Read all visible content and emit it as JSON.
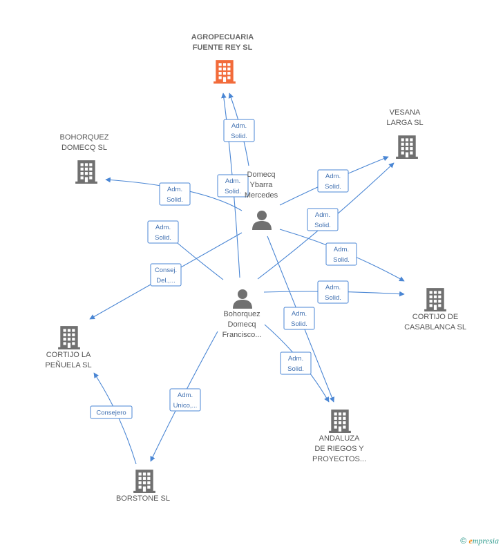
{
  "colors": {
    "edge": "#4a86d4",
    "company": "#707070",
    "company_main": "#f26b3a",
    "person": "#707070"
  },
  "nodes": [
    {
      "id": "agropecuaria",
      "type": "company",
      "main": true,
      "lines": [
        "AGROPECUARIA",
        "FUENTE REY SL"
      ]
    },
    {
      "id": "vesana",
      "type": "company",
      "lines": [
        "VESANA",
        "LARGA SL"
      ]
    },
    {
      "id": "bohorquez_domecq_sl",
      "type": "company",
      "lines": [
        "BOHORQUEZ",
        "DOMECQ SL"
      ]
    },
    {
      "id": "domecq_ybarra",
      "type": "person",
      "lines": [
        "Domecq",
        "Ybarra",
        "Mercedes"
      ]
    },
    {
      "id": "bohorquez_francisco",
      "type": "person",
      "lines": [
        "Bohorquez",
        "Domecq",
        "Francisco..."
      ]
    },
    {
      "id": "cortijo_casablanca",
      "type": "company",
      "lines": [
        "CORTIJO DE",
        "CASABLANCA SL"
      ]
    },
    {
      "id": "cortijo_penuela",
      "type": "company",
      "lines": [
        "CORTIJO LA",
        "PEÑUELA SL"
      ]
    },
    {
      "id": "andaluza",
      "type": "company",
      "lines": [
        "ANDALUZA",
        "DE RIEGOS Y",
        "PROYECTOS..."
      ]
    },
    {
      "id": "borstone",
      "type": "company",
      "lines": [
        "BORSTONE  SL"
      ]
    }
  ],
  "edges": [
    {
      "from": "bohorquez_francisco",
      "to": "agropecuaria",
      "label": [
        "Adm.",
        "Solid."
      ]
    },
    {
      "from": "domecq_ybarra",
      "to": "agropecuaria",
      "label": [
        "Adm.",
        "Solid."
      ]
    },
    {
      "from": "domecq_ybarra",
      "to": "bohorquez_domecq_sl",
      "label": [
        "Adm.",
        "Solid."
      ]
    },
    {
      "from": "bohorquez_francisco",
      "to": "bohorquez_domecq_sl",
      "label": [
        "Adm.",
        "Solid."
      ]
    },
    {
      "from": "domecq_ybarra",
      "to": "vesana",
      "label": [
        "Adm.",
        "Solid."
      ]
    },
    {
      "from": "bohorquez_francisco",
      "to": "vesana",
      "label": [
        "Adm.",
        "Solid."
      ]
    },
    {
      "from": "domecq_ybarra",
      "to": "cortijo_casablanca",
      "label": [
        "Adm.",
        "Solid."
      ]
    },
    {
      "from": "bohorquez_francisco",
      "to": "cortijo_casablanca",
      "label": [
        "Adm.",
        "Solid."
      ]
    },
    {
      "from": "domecq_ybarra",
      "to": "cortijo_penuela",
      "label": [
        "Consej.",
        "Del.,..."
      ]
    },
    {
      "from": "domecq_ybarra",
      "to": "andaluza",
      "label": [
        "Adm.",
        "Solid."
      ]
    },
    {
      "from": "bohorquez_francisco",
      "to": "andaluza",
      "label": [
        "Adm.",
        "Solid."
      ]
    },
    {
      "from": "bohorquez_francisco",
      "to": "borstone",
      "label": [
        "Adm.",
        "Unico,..."
      ]
    },
    {
      "from": "borstone",
      "to": "cortijo_penuela",
      "label": [
        "Consejero"
      ]
    }
  ],
  "footer": {
    "copyright_symbol": "©",
    "brand_initial": "e",
    "brand_rest": "mpresia"
  }
}
